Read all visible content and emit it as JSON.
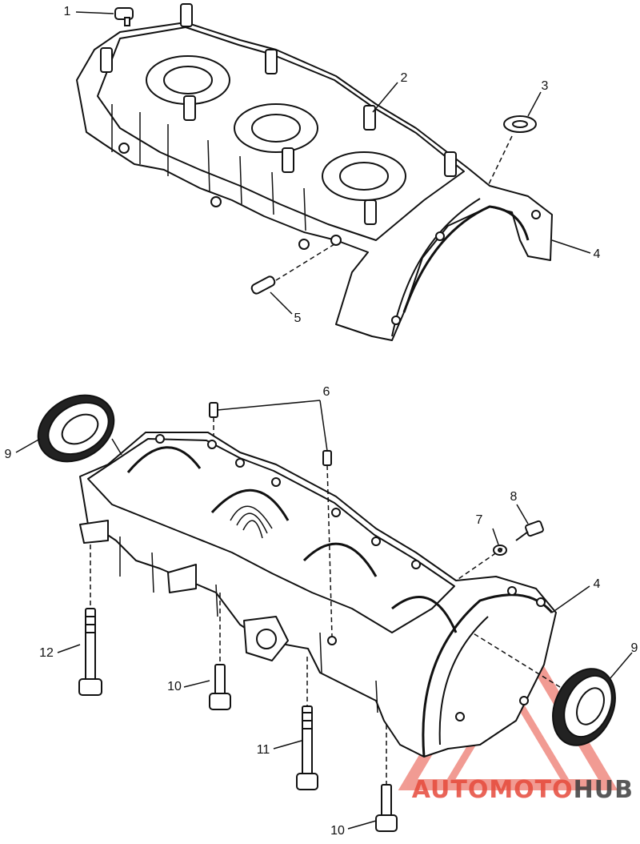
{
  "callouts": {
    "c1": "1",
    "c2": "2",
    "c3": "3",
    "c4a": "4",
    "c5": "5",
    "c6": "6",
    "c7": "7",
    "c8": "8",
    "c9a": "9",
    "c4b": "4",
    "c9b": "9",
    "c12": "12",
    "c10a": "10",
    "c11": "11",
    "c10b": "10"
  },
  "watermark": {
    "part1": "AUTOMOTO",
    "part2": "HUB",
    "accent": "#e64a3c",
    "dark": "#3d3d3d"
  },
  "colors": {
    "line": "#111111",
    "background": "#ffffff"
  }
}
